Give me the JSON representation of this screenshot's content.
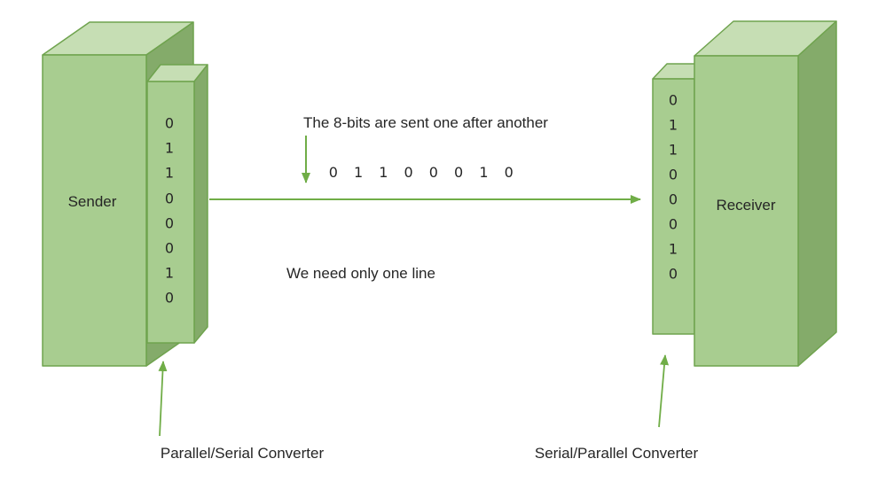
{
  "colors": {
    "face_front": "#a8cd90",
    "face_top": "#c6deb4",
    "face_side": "#84ab6a",
    "edge": "#6fa34e",
    "arrow": "#70ad47",
    "text": "#262626"
  },
  "sender": {
    "label": "Sender",
    "converter": {
      "bits": [
        "0",
        "1",
        "1",
        "0",
        "0",
        "0",
        "1",
        "0"
      ],
      "label": "Parallel/Serial Converter"
    }
  },
  "receiver": {
    "label": "Receiver",
    "converter": {
      "bits": [
        "0",
        "1",
        "1",
        "0",
        "0",
        "0",
        "1",
        "0"
      ],
      "label": "Serial/Parallel Converter"
    }
  },
  "channel": {
    "caption_top": "The 8-bits are sent one after another",
    "bits_line": "0 1 1 0 0 0 1 0",
    "caption_bottom": "We need only one line"
  }
}
